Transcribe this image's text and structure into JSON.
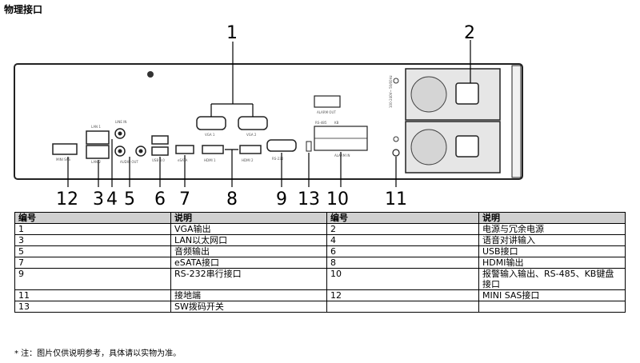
{
  "title": "物理接口",
  "figure": {
    "callouts": [
      "1",
      "2",
      "3",
      "4",
      "5",
      "6",
      "7",
      "8",
      "9",
      "10",
      "11",
      "12",
      "13"
    ],
    "panel_labels": {
      "vga1": "VGA 1",
      "vga2": "VGA 2",
      "alarm_out": "ALARM OUT",
      "lan1": "LAN 1",
      "lan2": "LAN 2",
      "line_in": "LINE IN",
      "audio_out": "AUDIO OUT",
      "usb": "USB 3.0",
      "esata": "eSATA",
      "hdmi1": "HDMI 1",
      "hdmi2": "HDMI 2",
      "rs232": "RS-232",
      "rs485": "RS-485",
      "kb": "KB",
      "alarm_in": "ALARM IN",
      "minisas": "MINI SAS",
      "power_rating": "100-240V~ 50/60Hz"
    }
  },
  "table": {
    "headers": [
      "编号",
      "说明",
      "编号",
      "说明"
    ],
    "rows": [
      [
        "1",
        "VGA输出",
        "2",
        "电源与冗余电源"
      ],
      [
        "3",
        "LAN以太网口",
        "4",
        "语音对讲输入"
      ],
      [
        "5",
        "音频输出",
        "6",
        "USB接口"
      ],
      [
        "7",
        "eSATA接口",
        "8",
        "HDMI输出"
      ],
      [
        "9",
        "RS-232串行接口",
        "10",
        "报警输入输出、RS-485、KB键盘接口"
      ],
      [
        "11",
        "接地端",
        "12",
        "MINI SAS接口"
      ],
      [
        "13",
        "SW拨码开关",
        "",
        ""
      ]
    ]
  },
  "footnote": "* 注：图片仅供说明参考，具体请以实物为准。"
}
